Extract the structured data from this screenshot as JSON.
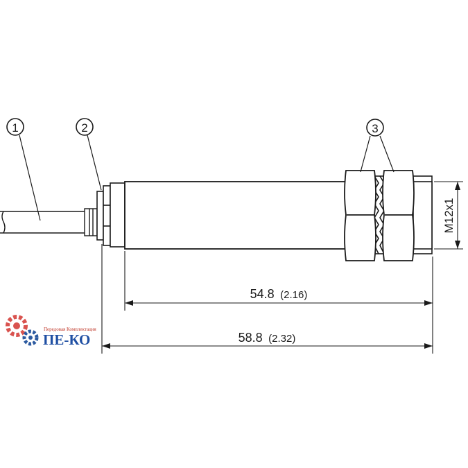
{
  "callouts": {
    "c1": "1",
    "c2": "2",
    "c3": "3"
  },
  "dimensions": {
    "body_length": {
      "mm": "54.8",
      "inch": "(2.16)"
    },
    "total_length": {
      "mm": "58.8",
      "inch": "(2.32)"
    },
    "thread": "M12x1"
  },
  "watermark": {
    "subtitle": "Передовая Комплектация",
    "name": "ПЕ-КО",
    "colors": {
      "gear_red": "#d9534f",
      "gear_blue": "#2c5aa0",
      "text_blue": "#1f4fa3"
    }
  },
  "colors": {
    "line": "#1a1a1a",
    "background": "#ffffff"
  }
}
